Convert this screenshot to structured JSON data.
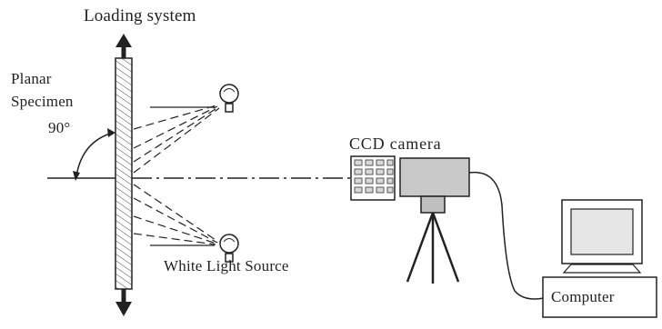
{
  "labels": {
    "loading_system": "Loading system",
    "planar_specimen_line1": "Planar",
    "planar_specimen_line2": "Specimen",
    "angle": "90°",
    "ccd_camera": "CCD camera",
    "white_light_source": "White Light Source",
    "computer": "Computer"
  },
  "colors": {
    "ink": "#222222",
    "camera_body": "#c9c9c9",
    "monitor_screen": "#e6e6e6"
  }
}
